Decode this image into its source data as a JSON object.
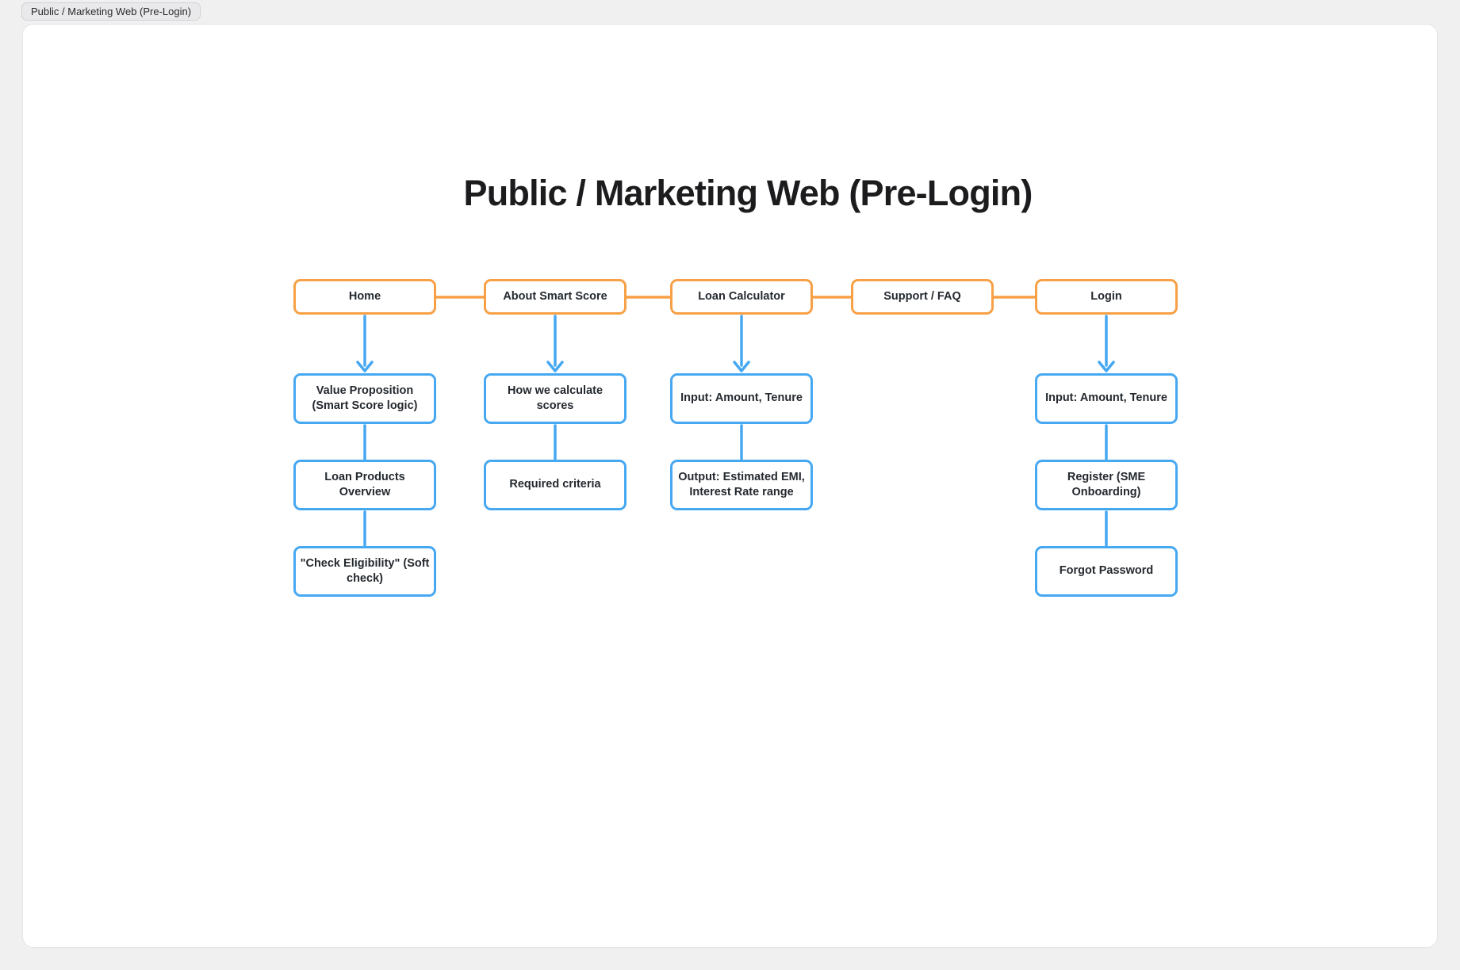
{
  "frame_label": "Public / Marketing Web (Pre-Login)",
  "title": "Public / Marketing Web (Pre-Login)",
  "colors": {
    "nav_border_orange": "#F7A046",
    "flow_blue": "#47A8F2",
    "box_text": "#24292F",
    "title_text": "#1C1C1E",
    "frame_background": "#FFFFFF",
    "frame_border": "#E4E4E6",
    "canvas_background": "#F0F0F1",
    "frame_label_background": "#E9E9EB",
    "frame_label_border": "#D2D2D4"
  },
  "diagram": {
    "columns": [
      {
        "parent": "Home",
        "children": [
          "Value Proposition (Smart Score logic)",
          "Loan Products Overview",
          "\"Check Eligibility\" (Soft check)"
        ]
      },
      {
        "parent": "About Smart Score",
        "children": [
          "How we calculate scores",
          "Required criteria"
        ]
      },
      {
        "parent": "Loan Calculator",
        "children": [
          "Input: Amount, Tenure",
          "Output: Estimated EMI, Interest Rate range"
        ]
      },
      {
        "parent": "Support / FAQ",
        "children": []
      },
      {
        "parent": "Login",
        "children": [
          "Input: Amount, Tenure",
          "Register (SME Onboarding)",
          "Forgot Password"
        ]
      }
    ]
  }
}
